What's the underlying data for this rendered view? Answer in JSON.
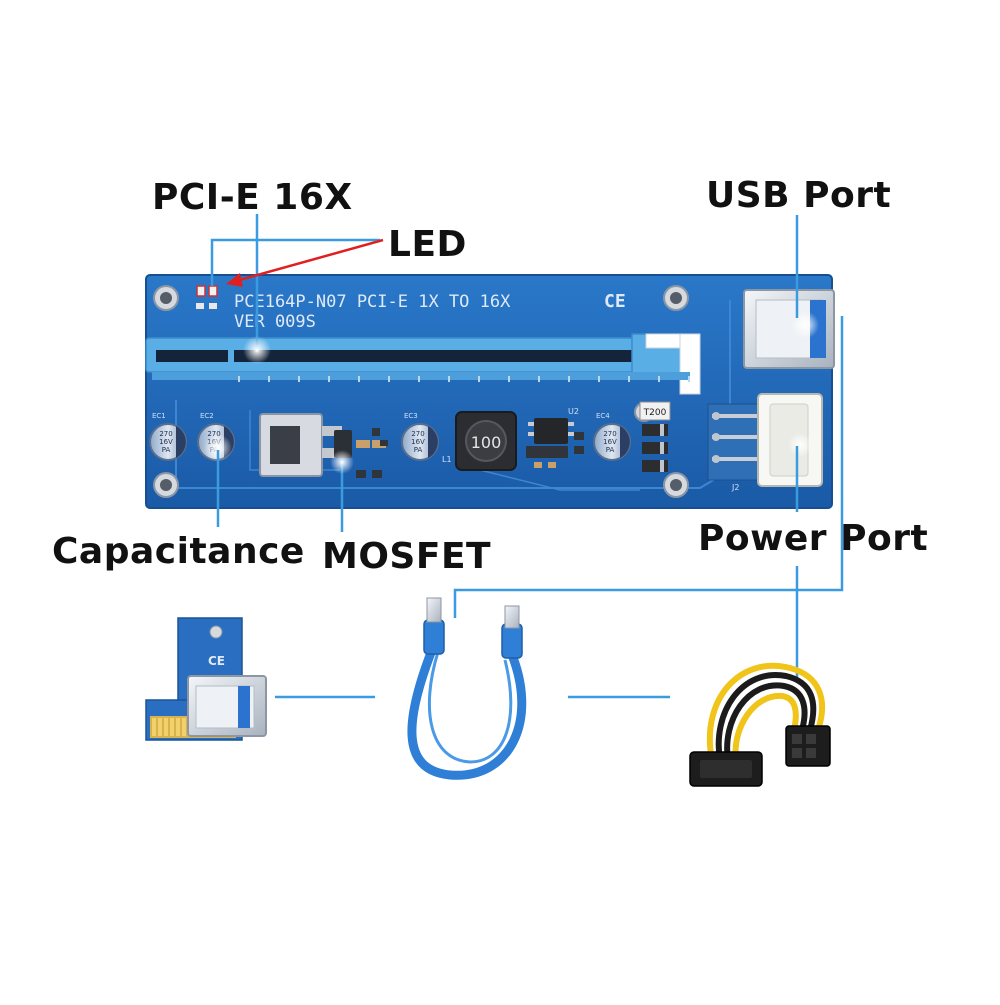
{
  "callouts": {
    "pcie": "PCI-E 16X",
    "led": "LED",
    "usb_port": "USB Port",
    "capacitance": "Capacitance",
    "mosfet": "MOSFET",
    "power_port": "Power Port"
  },
  "board": {
    "silkscreen_line1": "PCE164P-N07 PCI-E  1X  TO  16X",
    "ce_mark": "CE",
    "silkscreen_line2": "VER 009S",
    "inductor_value": "100",
    "part_t200": "T200",
    "cap_labels": [
      "EC1",
      "EC2",
      "EC3",
      "EC4"
    ],
    "cap_text": [
      "270",
      "16V",
      "PA"
    ],
    "u2": "U2",
    "j2": "J2",
    "l1": "L1"
  },
  "adapter": {
    "ce_mark": "CE"
  },
  "colors": {
    "pcb": "#1d66b8",
    "slot": "#4aa3e0",
    "callout_line": "#3a9be0",
    "led_arrow": "#e02020",
    "cable": "#2f7fd6"
  }
}
